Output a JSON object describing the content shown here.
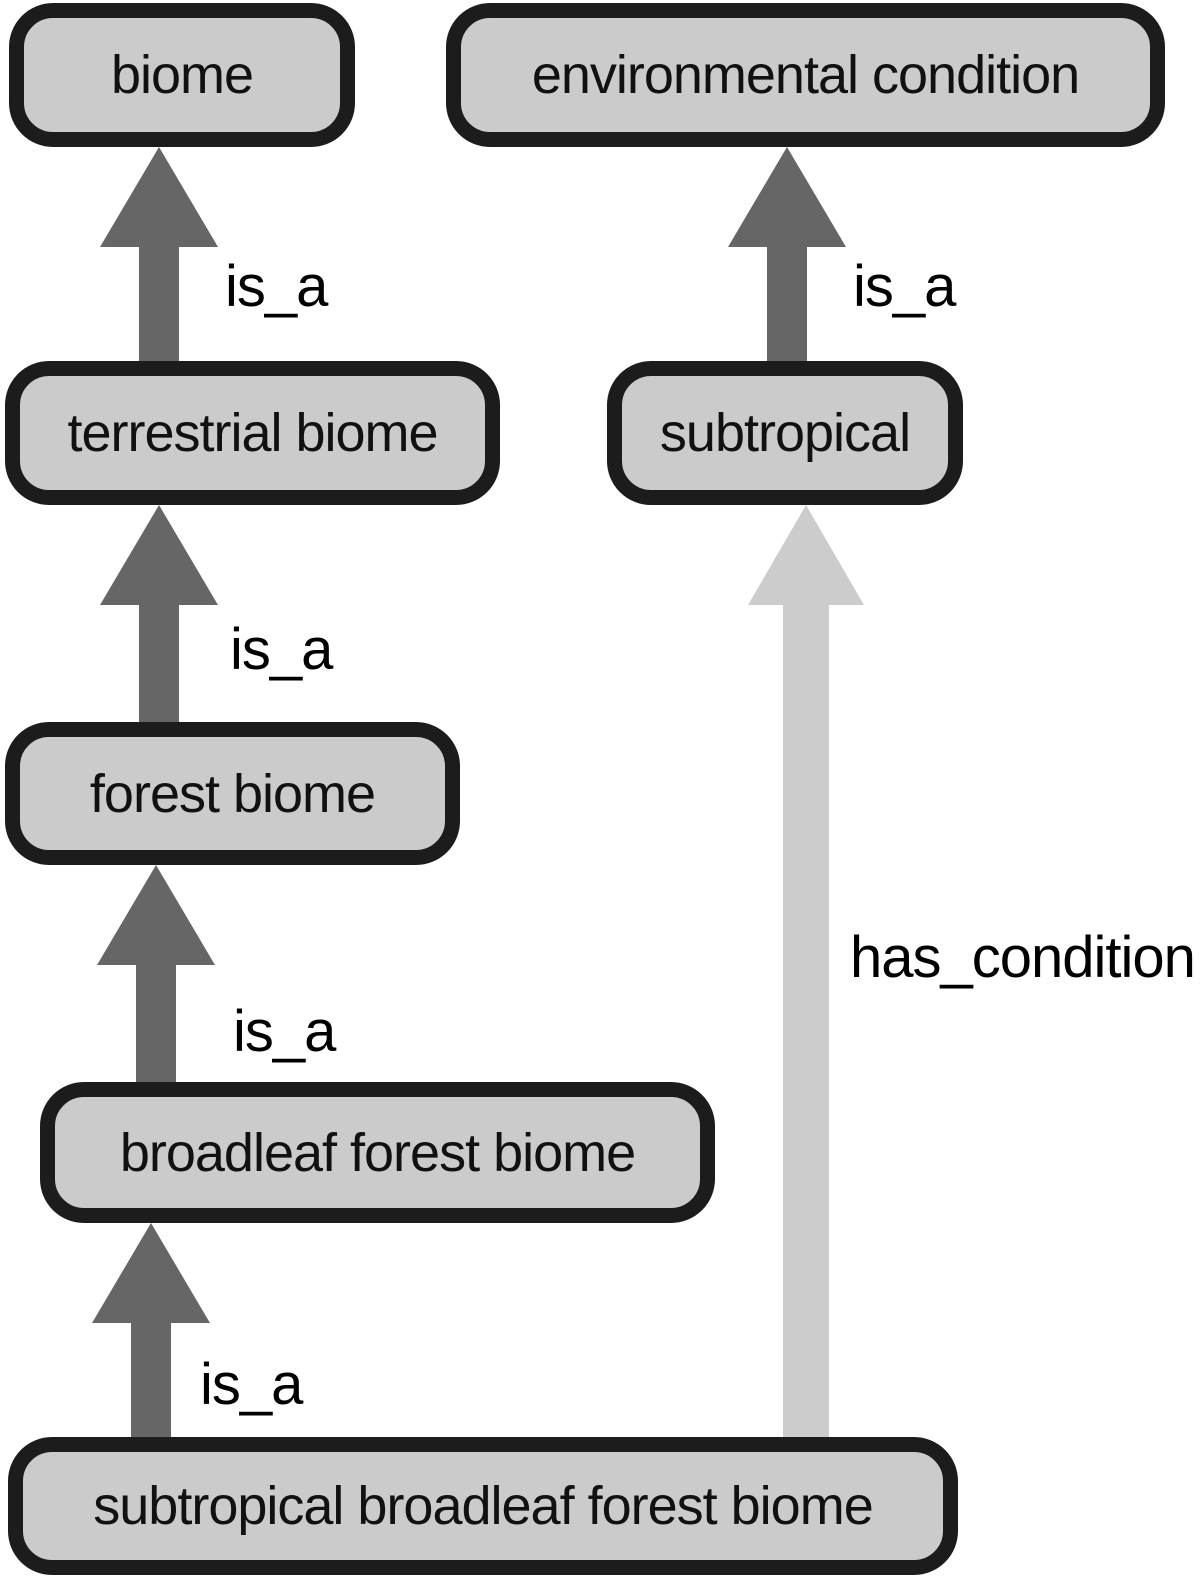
{
  "diagram": {
    "description": "ontology graph of biome terms",
    "nodes": [
      {
        "id": "biome",
        "label": "biome"
      },
      {
        "id": "environmental-condition",
        "label": "environmental condition"
      },
      {
        "id": "terrestrial-biome",
        "label": "terrestrial biome"
      },
      {
        "id": "subtropical",
        "label": "subtropical"
      },
      {
        "id": "forest-biome",
        "label": "forest biome"
      },
      {
        "id": "broadleaf-forest-biome",
        "label": "broadleaf forest biome"
      },
      {
        "id": "subtropical-broadleaf-forest-biome",
        "label": "subtropical broadleaf forest biome"
      }
    ],
    "edges": [
      {
        "from": "terrestrial-biome",
        "to": "biome",
        "type": "is_a",
        "label": "is_a"
      },
      {
        "from": "subtropical",
        "to": "environmental-condition",
        "type": "is_a",
        "label": "is_a"
      },
      {
        "from": "forest-biome",
        "to": "terrestrial-biome",
        "type": "is_a",
        "label": "is_a"
      },
      {
        "from": "broadleaf-forest-biome",
        "to": "forest-biome",
        "type": "is_a",
        "label": "is_a"
      },
      {
        "from": "subtropical-broadleaf-forest-biome",
        "to": "broadleaf-forest-biome",
        "type": "is_a",
        "label": "is_a"
      },
      {
        "from": "subtropical-broadleaf-forest-biome",
        "to": "subtropical",
        "type": "has_condition",
        "label": "has_condition"
      }
    ],
    "colors": {
      "background": "#ffffff",
      "node_fill": "#cbcbcb",
      "node_border": "#1c1c1c",
      "arrow_dark": "#666666",
      "arrow_light": "#cccccc",
      "text": "#111111",
      "label": "#000000"
    }
  }
}
